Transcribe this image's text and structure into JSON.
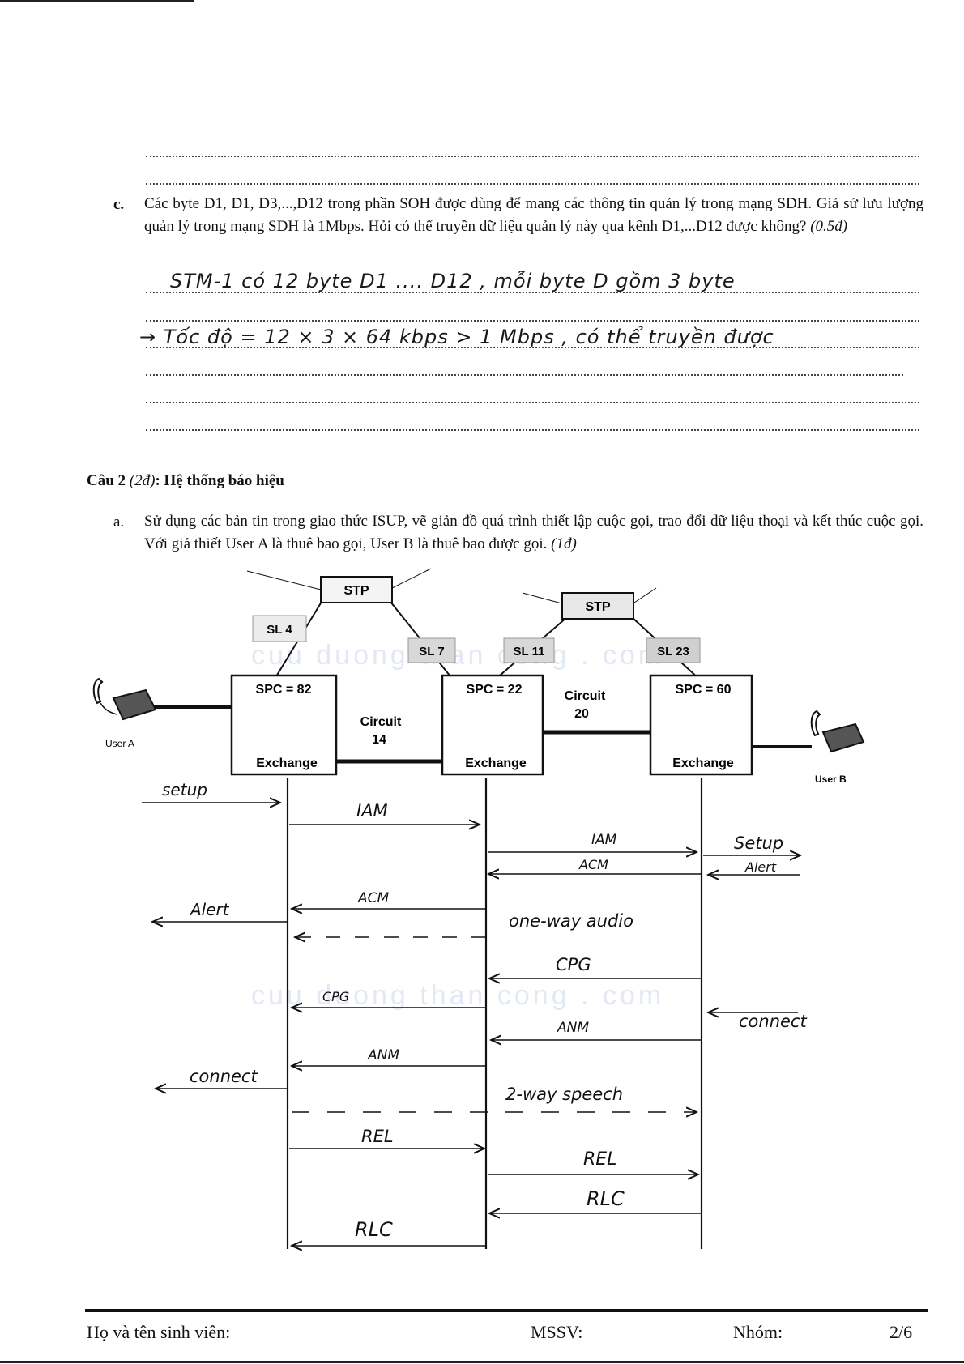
{
  "part_c": {
    "letter": "c.",
    "question_text": "Các byte D1, D1, D3,...,D12 trong phần SOH được dùng để mang các thông tin quản lý trong mạng SDH. Giả sử lưu lượng quản lý trong mạng SDH là 1Mbps. Hỏi có thể truyền dữ liệu quản lý này qua kênh D1,...D12 được không?",
    "score": "(0.5đ)",
    "answer_line1": "STM-1 có 12 byte D1 .... D12 , mỗi byte D gồm 3 byte",
    "answer_line2": "→ Tốc độ = 12 × 3 × 64 kbps > 1 Mbps , có thể truyền được"
  },
  "cau2": {
    "title": "Câu 2",
    "points": "(2đ)",
    "topic": ": Hệ thống báo hiệu"
  },
  "part_a": {
    "letter": "a.",
    "question_text": "Sử dụng các bản tin trong giao thức ISUP, vẽ giản đồ quá trình thiết lập cuộc gọi, trao đổi dữ liệu thoại và kết thúc cuộc gọi. Với giả thiết User A là thuê bao gọi, User B là thuê bao được gọi.",
    "score": "(1đ)"
  },
  "network": {
    "stp_left": "STP",
    "stp_right": "STP",
    "sl_4": "SL 4",
    "sl_7": "SL 7",
    "sl_11": "SL 11",
    "sl_23": "SL 23",
    "ex1_spc": "SPC = 82",
    "ex2_spc": "SPC = 22",
    "ex3_spc": "SPC = 60",
    "exchange_label": "Exchange",
    "circuit14_a": "Circuit",
    "circuit14_b": "14",
    "circuit20_a": "Circuit",
    "circuit20_b": "20",
    "user_a": "User A",
    "user_b": "User B",
    "watermark": "cuu duong than cong . com"
  },
  "messages": {
    "setup_a": "setup",
    "iam_1": "IAM",
    "iam_2": "IAM",
    "setup_b": "Setup",
    "acm_2": "ACM",
    "alert_b": "Alert",
    "acm_1": "ACM",
    "alert_a": "Alert",
    "one_way": "one-way audio",
    "cpg_2": "CPG",
    "cpg_1": "CPG",
    "anm_2": "ANM",
    "connect_b": "connect",
    "anm_1": "ANM",
    "connect_a": "connect",
    "two_way": "2-way speech",
    "rel_1": "REL",
    "rel_2": "REL",
    "rlc_2": "RLC",
    "rlc_1": "RLC"
  },
  "footer": {
    "name_label": "Họ và tên sinh viên:",
    "mssv_label": "MSSV:",
    "group_label": "Nhóm:",
    "page": "2/6"
  }
}
